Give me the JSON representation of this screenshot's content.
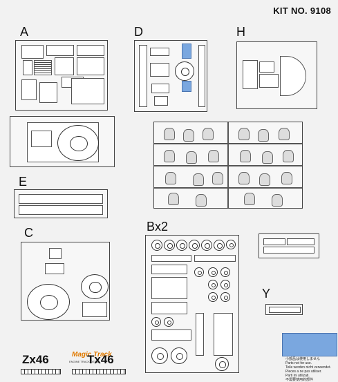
{
  "kit_number": "KIT NO. 9108",
  "sprue_labels": {
    "a": "A",
    "d": "D",
    "h": "H",
    "e": "E",
    "c": "C",
    "b": "Bx2",
    "y": "Y"
  },
  "track": {
    "brand": "Magic Track",
    "brand_sub": "ENGINE TRACK DETAIL",
    "zx_label": "Zx46",
    "tx_label": "Tx46"
  },
  "legend": {
    "line1": "小部品は使用しません",
    "line2": "Parts not for use.",
    "line3": "Teile werden nicht verwendet.",
    "line4": "Pieces a ne pas utiliser.",
    "line5": "Parti ini utilizati.",
    "line6": "不需要使用的部件",
    "swatch_color": "#7aa7df"
  }
}
